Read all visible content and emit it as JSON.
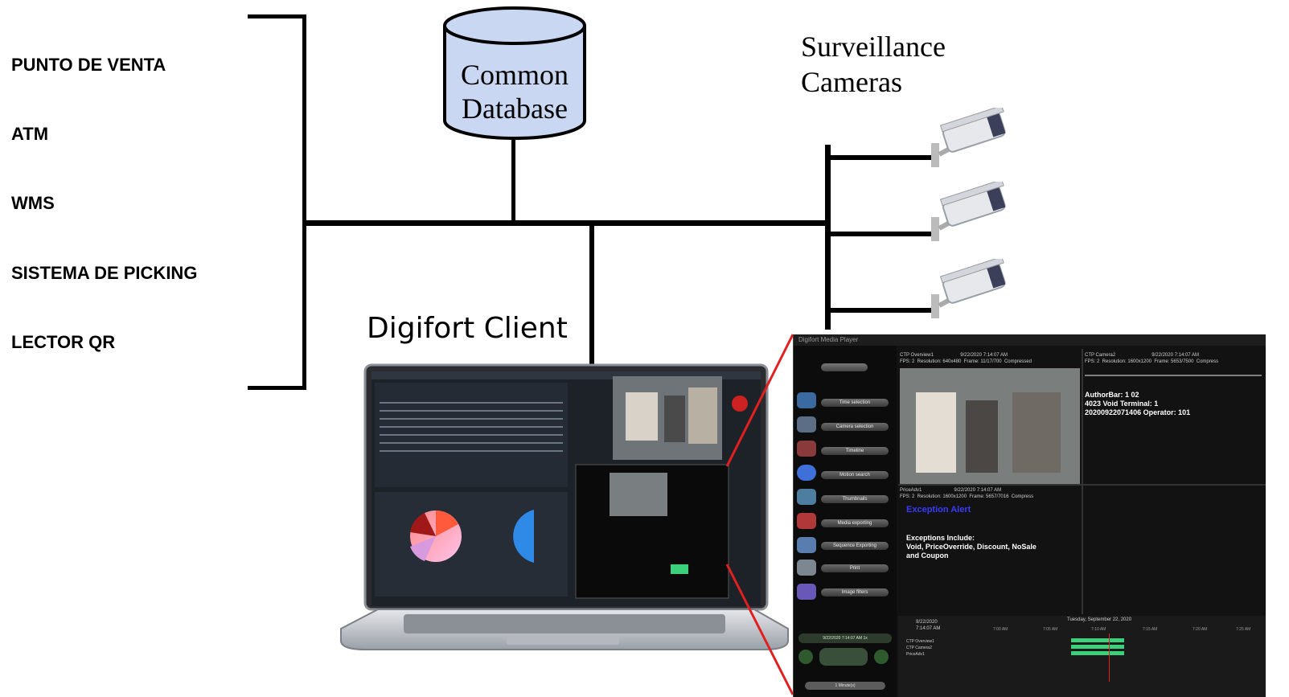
{
  "systems": [
    "PUNTO DE VENTA",
    "ATM",
    "WMS",
    "SISTEMA DE PICKING",
    "LECTOR QR"
  ],
  "database": {
    "line1": "Common",
    "line2": "Database"
  },
  "cameras": {
    "line1": "Surveillance",
    "line2": "Cameras"
  },
  "client_label": "Digifort Client",
  "viewer": {
    "title": "Digifort Media Player",
    "sidebar_buttons": [
      "Time selection",
      "Camera selection",
      "Timeline",
      "Motion search",
      "Thumbnails",
      "Media exporting",
      "Sequence Exporting",
      "Print",
      "Image filters"
    ],
    "pane1_header": "CTP Overview1                    9/22/2020 7:14:07 AM\nFPS: 2  Resolution: 640x480  Frame: 11/17/700  Compressed",
    "pane2_header": "CTP Camera2                           9/22/2020 7:14:07 AM\nFPS: 2  Resolution: 1600x1200  Frame: 5653/7500  Compress",
    "pane3_header": "PriceAdv1                        9/22/2020 7:14:07 AM\nFPS: 2  Resolution: 1600x1200  Frame: 5657/7016  Compress",
    "overlay": [
      "AuthorBar: 1 02",
      "4023 Void  Terminal: 1",
      "20200922071406  Operator: 101"
    ],
    "exception_title": "Exception Alert",
    "exception_body": [
      "Exceptions Include:",
      "Void, PriceOverride, Discount, NoSale",
      "and Coupon"
    ],
    "time_box": "9/22/2020 7:14:07 AM 1x",
    "timeline_date": "Tuesday, September 22, 2020",
    "timeline_left_date": "9/22/2020",
    "timeline_left_time": "7:14:07 AM",
    "timeline_rows": [
      "CTP Overview1",
      "CTP Camera2",
      "PriceAdv1"
    ],
    "timeline_ticks": [
      "7:00 AM",
      "7:05 AM",
      "7:10 AM",
      "7:15 AM",
      "7:20 AM",
      "7:25 AM"
    ],
    "speed_label": "1 Minute(s)"
  }
}
